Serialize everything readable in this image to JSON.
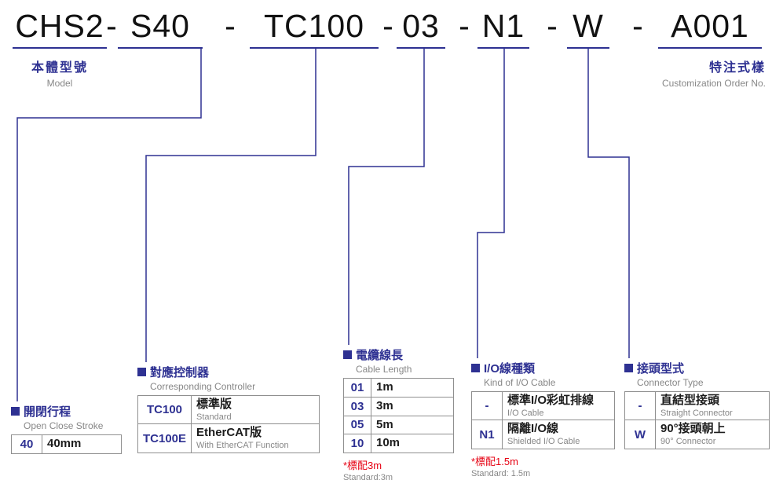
{
  "title_code": {
    "separator": "-",
    "segments": {
      "model": "CHS2",
      "stroke": "S40",
      "controller": "TC100",
      "cable": "03",
      "io": "N1",
      "connector": "W",
      "custom": "A001"
    }
  },
  "labels": {
    "model_zh": "本體型號",
    "model_en": "Model",
    "custom_zh": "特注式樣",
    "custom_en": "Customization Order No."
  },
  "sections": {
    "stroke": {
      "title_zh": "開閉行程",
      "title_en": "Open Close Stroke",
      "rows": [
        {
          "code": "40",
          "value_zh": "40mm"
        }
      ]
    },
    "controller": {
      "title_zh": "對應控制器",
      "title_en": "Corresponding Controller",
      "rows": [
        {
          "code": "TC100",
          "value_zh": "標準版",
          "value_en": "Standard"
        },
        {
          "code": "TC100E",
          "value_zh": "EtherCAT版",
          "value_en": "With EtherCAT Function"
        }
      ]
    },
    "cable": {
      "title_zh": "電纜線長",
      "title_en": "Cable Length",
      "rows": [
        {
          "code": "01",
          "value_zh": "1m"
        },
        {
          "code": "03",
          "value_zh": "3m"
        },
        {
          "code": "05",
          "value_zh": "5m"
        },
        {
          "code": "10",
          "value_zh": "10m"
        }
      ],
      "note_zh": "*標配3m",
      "note_en": "Standard:3m"
    },
    "io": {
      "title_zh": "I/O線種類",
      "title_en": "Kind of I/O Cable",
      "rows": [
        {
          "code": "-",
          "value_zh": "標準I/O彩虹排線",
          "value_en": "I/O Cable"
        },
        {
          "code": "N1",
          "value_zh": "隔離I/O線",
          "value_en": "Shielded I/O Cable"
        }
      ],
      "note_zh": "*標配1.5m",
      "note_en": "Standard: 1.5m"
    },
    "connector": {
      "title_zh": "接頭型式",
      "title_en": "Connector Type",
      "rows": [
        {
          "code": "-",
          "value_zh": "直結型接頭",
          "value_en": "Straight Connector"
        },
        {
          "code": "W",
          "value_zh": "90°接頭朝上",
          "value_en": "90° Connector"
        }
      ]
    }
  },
  "colors": {
    "navy": "#2e3192",
    "red": "#e60012",
    "gray": "#878787"
  }
}
